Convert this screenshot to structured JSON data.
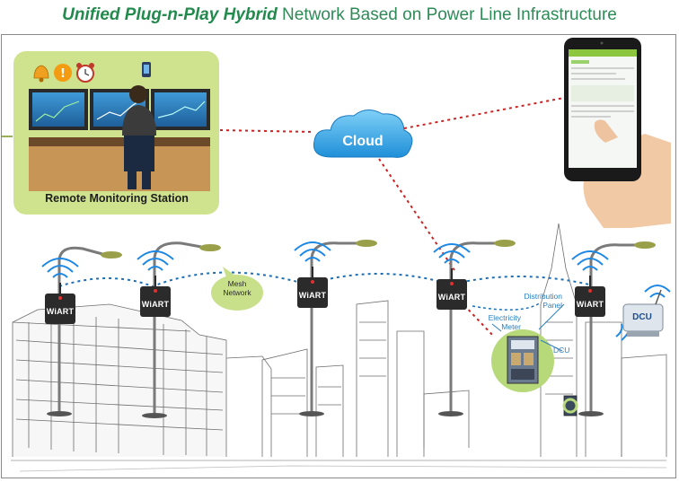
{
  "title": {
    "emphasis": "Unified Plug-n-Play Hybrid",
    "rest": " Network Based on Power Line Infrastructure"
  },
  "labels": {
    "remote_station": "Remote Monitoring Station",
    "cloud": "Cloud",
    "mesh_line1": "Mesh",
    "mesh_line2": "Network",
    "wiart": "WiART",
    "distribution_line1": "Distribution",
    "distribution_line2": "Panel",
    "meter_line1": "Electricity",
    "meter_line2": "Meter",
    "dcu_callout": "DCU",
    "dcu_box": "DCU"
  },
  "colors": {
    "title_green": "#2e8b57",
    "panel_green": "#cfe38e",
    "cloud_blue": "#2f9fe0",
    "link_red": "#cc2222",
    "mesh_blue": "#1f6fb5",
    "wiart_dark": "#2b2b2b",
    "callout_blue": "#2a7fc1"
  },
  "icons": [
    "alarm-bell-icon",
    "warning-icon",
    "alarm-clock-icon",
    "smartphone-icon",
    "cloud-icon",
    "wifi-signal-icon",
    "street-lamp-icon"
  ]
}
